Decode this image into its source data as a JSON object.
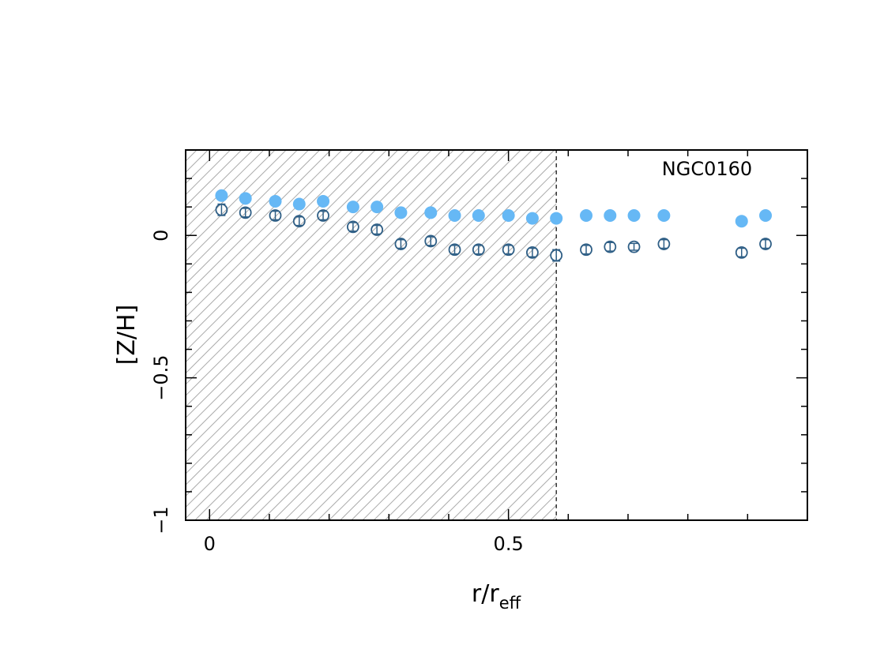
{
  "chart_data": {
    "type": "scatter",
    "annotation": "NGC0160",
    "xlabel_main": "r/r",
    "xlabel_sub": "eff",
    "ylabel": "[Z/H]",
    "xlim": [
      -0.04,
      1.0
    ],
    "ylim": [
      -1.0,
      0.3
    ],
    "xticks": [
      {
        "value": 0,
        "label": "0"
      },
      {
        "value": 0.5,
        "label": "0.5"
      }
    ],
    "yticks": [
      {
        "value": 0,
        "label": "0"
      },
      {
        "value": -0.5,
        "label": "−0.5"
      },
      {
        "value": -1,
        "label": "−1"
      }
    ],
    "shaded_region": {
      "x": [
        -0.04,
        0.58
      ],
      "pattern": "hatched"
    },
    "colors": {
      "filled": "#66b8f5",
      "open": "#2f5f86",
      "hatch": "#aaaaaa"
    },
    "series": [
      {
        "marker": "filled-circle",
        "x": [
          0.02,
          0.06,
          0.11,
          0.15,
          0.19,
          0.24,
          0.28,
          0.32,
          0.37,
          0.41,
          0.45,
          0.5,
          0.54,
          0.58,
          0.63,
          0.67,
          0.71,
          0.76,
          0.89,
          0.93
        ],
        "y": [
          0.14,
          0.13,
          0.12,
          0.11,
          0.12,
          0.1,
          0.1,
          0.08,
          0.08,
          0.07,
          0.07,
          0.07,
          0.06,
          0.06,
          0.07,
          0.07,
          0.07,
          0.07,
          0.05,
          0.07
        ]
      },
      {
        "marker": "open-circle-errorbar",
        "x": [
          0.02,
          0.06,
          0.11,
          0.15,
          0.19,
          0.24,
          0.28,
          0.32,
          0.37,
          0.41,
          0.45,
          0.5,
          0.54,
          0.58,
          0.63,
          0.67,
          0.71,
          0.76,
          0.89,
          0.93
        ],
        "y": [
          0.09,
          0.08,
          0.07,
          0.05,
          0.07,
          0.03,
          0.02,
          -0.03,
          -0.02,
          -0.05,
          -0.05,
          -0.05,
          -0.06,
          -0.07,
          -0.05,
          -0.04,
          -0.04,
          -0.03,
          -0.06,
          -0.03
        ],
        "err": [
          0.02,
          0.015,
          0.015,
          0.015,
          0.015,
          0.015,
          0.015,
          0.015,
          0.015,
          0.015,
          0.015,
          0.015,
          0.015,
          0.02,
          0.015,
          0.015,
          0.012,
          0.015,
          0.015,
          0.015
        ]
      }
    ]
  }
}
